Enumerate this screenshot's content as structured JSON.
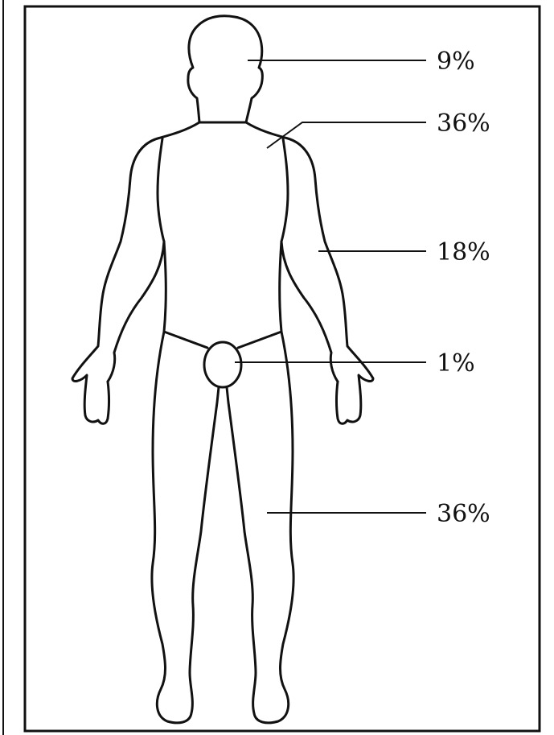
{
  "colors": {
    "line": "#111111",
    "background": "#ffffff"
  },
  "regions": [
    {
      "id": "head",
      "label": "9%"
    },
    {
      "id": "torso",
      "label": "36%"
    },
    {
      "id": "arms",
      "label": "18%"
    },
    {
      "id": "groin",
      "label": "1%"
    },
    {
      "id": "legs",
      "label": "36%"
    }
  ]
}
